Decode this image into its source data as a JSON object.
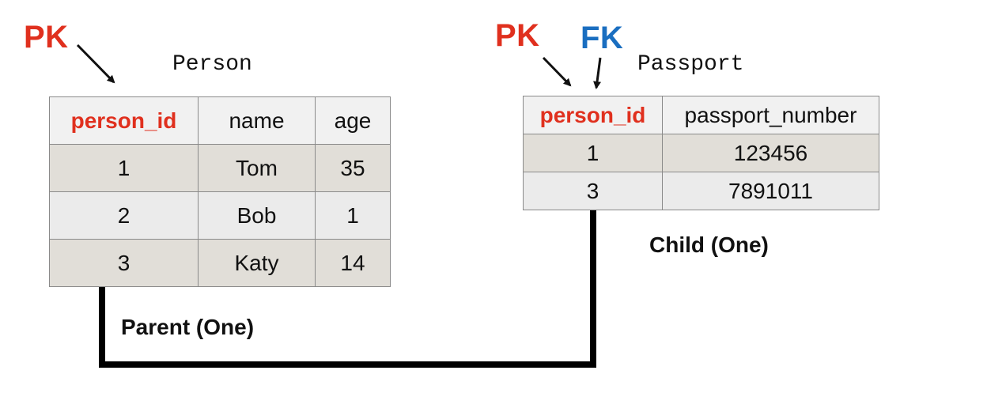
{
  "person_table": {
    "title": "Person",
    "pk_marker": "PK",
    "role": "Parent (One)",
    "columns": [
      "person_id",
      "name",
      "age"
    ],
    "rows": [
      [
        "1",
        "Tom",
        "35"
      ],
      [
        "2",
        "Bob",
        "1"
      ],
      [
        "3",
        "Katy",
        "14"
      ]
    ]
  },
  "passport_table": {
    "title": "Passport",
    "pk_marker": "PK",
    "fk_marker": "FK",
    "role": "Child (One)",
    "columns": [
      "person_id",
      "passport_number"
    ],
    "rows": [
      [
        "1",
        "123456"
      ],
      [
        "3",
        "7891011"
      ]
    ]
  },
  "colors": {
    "pk": "#e0301e",
    "fk": "#1a6ec0",
    "row_odd": "#e1ded8",
    "row_even": "#ebebeb",
    "connector": "#000000"
  }
}
